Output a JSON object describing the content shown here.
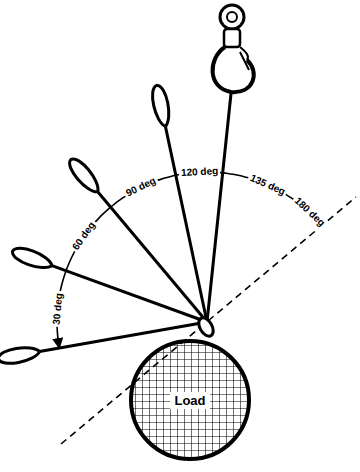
{
  "diagram": {
    "nodes": [
      {
        "text": [
          "Load"
        ]
      }
    ],
    "labels": [
      "30 deg",
      "60 deg",
      "90 deg",
      "120 deg",
      "135 deg",
      "180 deg"
    ]
  }
}
